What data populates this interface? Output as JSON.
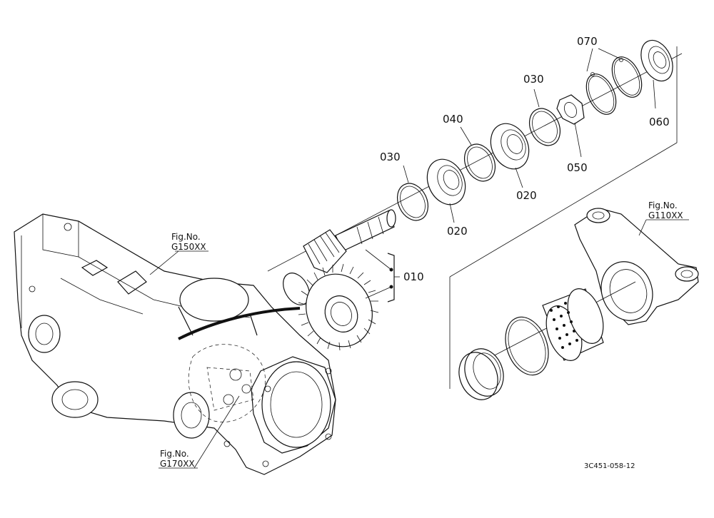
{
  "callouts": {
    "c010": "010",
    "c020a": "020",
    "c020b": "020",
    "c030a": "030",
    "c030b": "030",
    "c040": "040",
    "c050": "050",
    "c060": "060",
    "c070": "070"
  },
  "figure_refs": {
    "g150": {
      "line1": "Fig.No.",
      "line2": "G150XX"
    },
    "g110": {
      "line1": "Fig.No.",
      "line2": "G110XX"
    },
    "g170": {
      "line1": "Fig.No.",
      "line2": "G170XX"
    }
  },
  "drawing_number": "3C451-058-12"
}
